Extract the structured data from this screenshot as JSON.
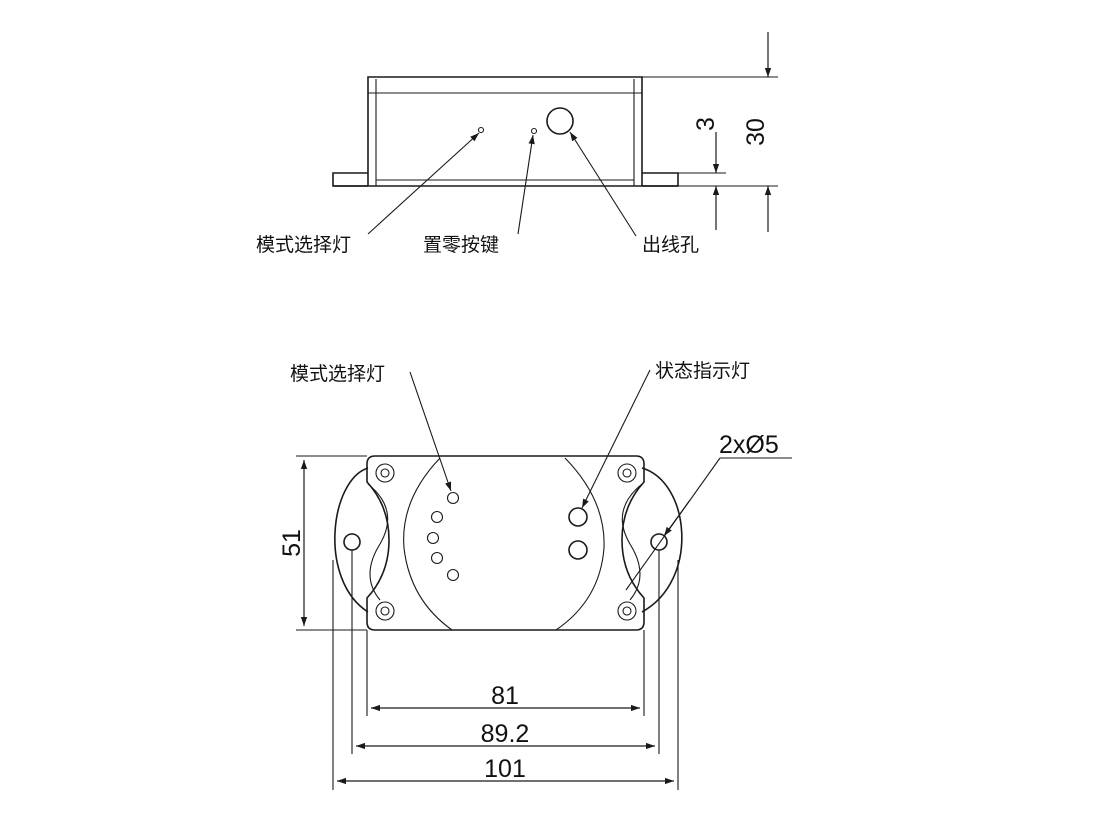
{
  "side_view": {
    "labels": {
      "mode_light": "模式选择灯",
      "zero_button": "置零按键",
      "cable_hole": "出线孔"
    },
    "dimensions": {
      "height": "30",
      "flange": "3"
    }
  },
  "top_view": {
    "labels": {
      "mode_light": "模式选择灯",
      "status_light": "状态指示灯",
      "mount_holes": "2xØ5"
    },
    "dimensions": {
      "height": "51",
      "body_width": "81",
      "hole_spacing": "89.2",
      "total_width": "101"
    }
  }
}
